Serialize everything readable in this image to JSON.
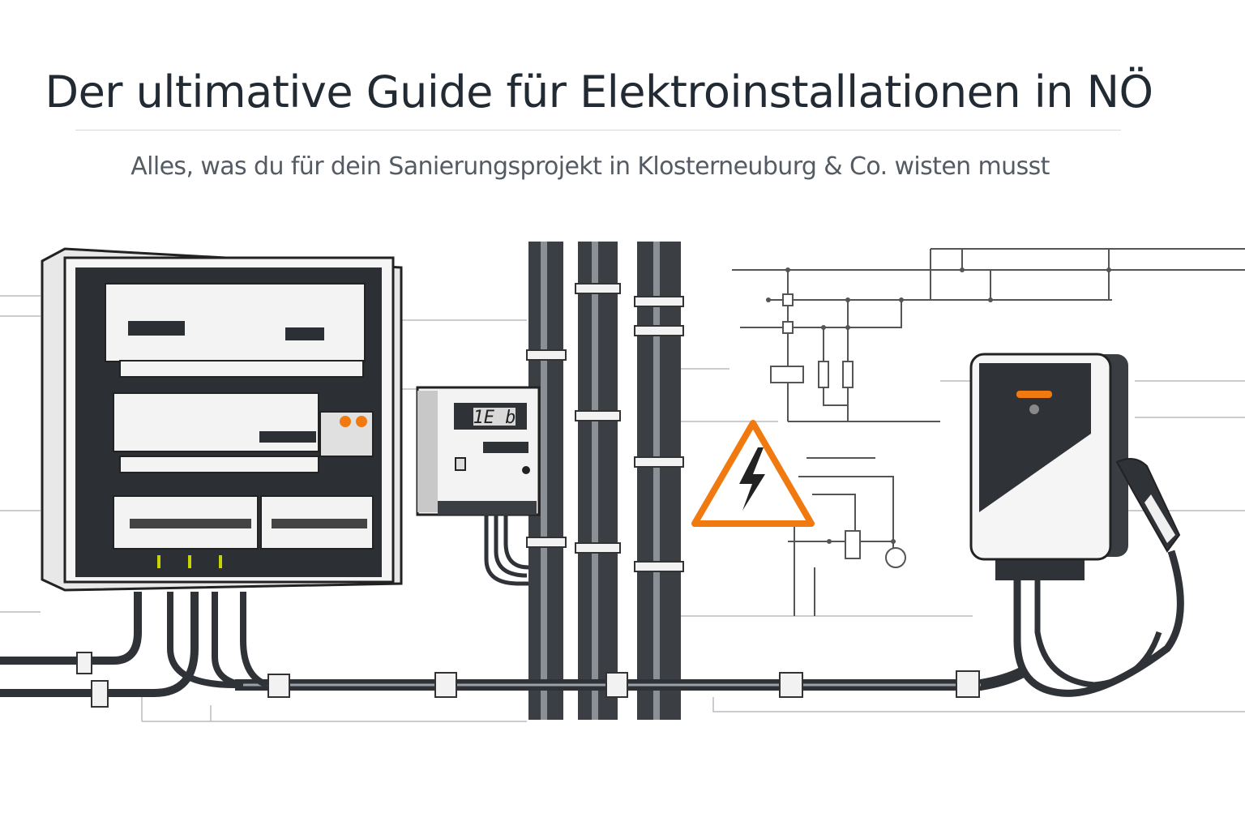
{
  "header": {
    "title": "Der ultimative Guide für Elektroinstallationen in NÖ",
    "subtitle": "Alles, was du für dein Sanierungsprojekt in Klosterneuburg & Co. wisten musst"
  },
  "illustration": {
    "meter_display": "1E b",
    "icons": [
      "distribution-board-icon",
      "electricity-meter-icon",
      "conduit-pipes-icon",
      "high-voltage-warning-icon",
      "ev-wallbox-icon",
      "circuit-schematic-icon"
    ]
  },
  "colors": {
    "accent": "#f07a10",
    "dark": "#2f3338",
    "line": "#9aa0a6",
    "text": "#222a33"
  }
}
